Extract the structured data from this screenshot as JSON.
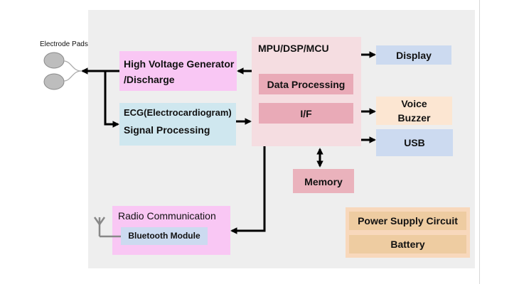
{
  "colors": {
    "panel": "#eeeeee",
    "pink": "#f9c7f4",
    "cyan": "#cfe7ef",
    "mpu": "#f5dde1",
    "mpu_inner": "#e9aab7",
    "memory": "#eab2bc",
    "blue": "#ccdaf0",
    "peach": "#fce6d2",
    "power_outer": "#f8d8bc",
    "power_inner": "#eeccA1"
  },
  "labels": {
    "electrode_pads": "Electrode Pads",
    "hv_line1": "High Voltage Generator",
    "hv_line2": "/Discharge",
    "ecg_line1": "ECG(Electrocardiogram)",
    "ecg_line2": "Signal Processing",
    "mpu": "MPU/DSP/MCU",
    "data_processing": "Data Processing",
    "if": "I/F",
    "display": "Display",
    "voice": "Voice",
    "buzzer": "Buzzer",
    "usb": "USB",
    "memory": "Memory",
    "radio": "Radio Communication",
    "bluetooth": "Bluetooth Module",
    "power_supply": "Power Supply Circuit",
    "battery": "Battery"
  }
}
